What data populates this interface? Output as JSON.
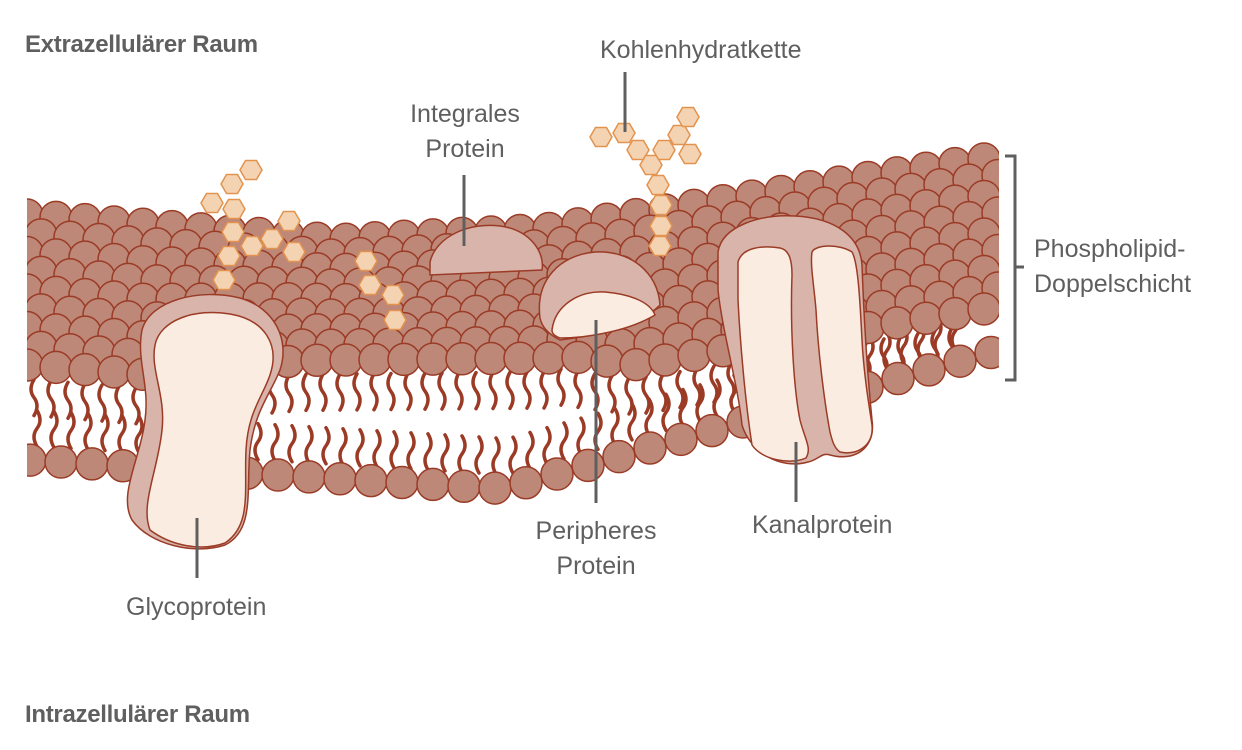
{
  "regions": {
    "extracellular": "Extrazellulärer Raum",
    "intracellular": "Intrazellulärer Raum"
  },
  "labels": {
    "carbohydrate_chain": "Kohlenhydratkette",
    "integral_protein": [
      "Integrales",
      "Protein"
    ],
    "phospholipid_bilayer": [
      "Phospholipid-",
      "Doppelschicht"
    ],
    "peripheral_protein": [
      "Peripheres",
      "Protein"
    ],
    "channel_protein": "Kanalprotein",
    "glycoprotein": "Glycoprotein"
  },
  "colors": {
    "head_fill": "#bd8878",
    "head_stroke": "#9b3b26",
    "tail": "#9b3b26",
    "protein_outer": "#d8b4aa",
    "protein_inner": "#fbece1",
    "sugar_fill": "#f4d3b2",
    "sugar_stroke": "#e2934f",
    "leader_line": "#5f5f5f",
    "text": "#5f5f5f"
  }
}
